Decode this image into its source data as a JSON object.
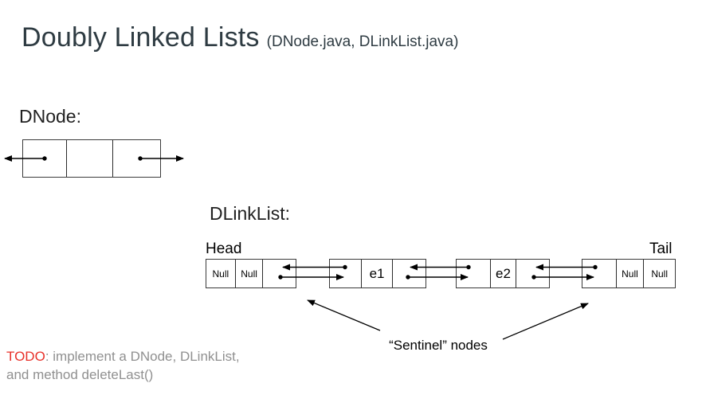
{
  "slide": {
    "title": "Doubly Linked Lists",
    "subtitle": "(DNode.java, DLinkList.java)"
  },
  "dnode": {
    "label": "DNode:"
  },
  "dlinklist": {
    "label": "DLinkList:",
    "head_label": "Head",
    "tail_label": "Tail",
    "nodes": [
      {
        "id": "head",
        "cells": [
          "Null",
          "Null",
          ""
        ]
      },
      {
        "id": "e1",
        "cells": [
          "",
          "e1",
          ""
        ]
      },
      {
        "id": "e2",
        "cells": [
          "",
          "e2",
          ""
        ]
      },
      {
        "id": "tail",
        "cells": [
          "",
          "Null",
          "Null"
        ]
      }
    ],
    "sentinel_caption": "“Sentinel” nodes"
  },
  "todo": {
    "keyword": "TODO",
    "line1_rest": ": implement a DNode, DLinkList,",
    "line2": "and method deleteLast()"
  },
  "colors": {
    "title_text": "#2e3b42",
    "body_text": "#212121",
    "todo_red": "#e8312a",
    "muted_gray": "#909090",
    "diagram_line": "#000000"
  }
}
